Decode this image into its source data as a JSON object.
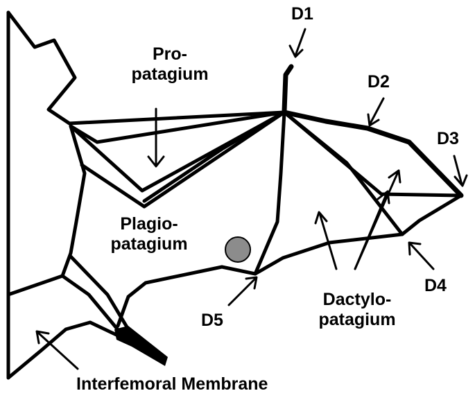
{
  "labels": {
    "propatagium_1": "Pro-",
    "propatagium_2": "patagium",
    "plagiopatagium_1": "Plagio-",
    "plagiopatagium_2": "patagium",
    "dactylopatagium_1": "Dactylo-",
    "dactylopatagium_2": "patagium",
    "interfemoral": "Interfemoral Membrane",
    "d1": "D1",
    "d2": "D2",
    "d3": "D3",
    "d4": "D4",
    "d5": "D5"
  },
  "colors": {
    "line": "#000000",
    "marker_fill": "#8c8c8c",
    "background": "#ffffff"
  }
}
